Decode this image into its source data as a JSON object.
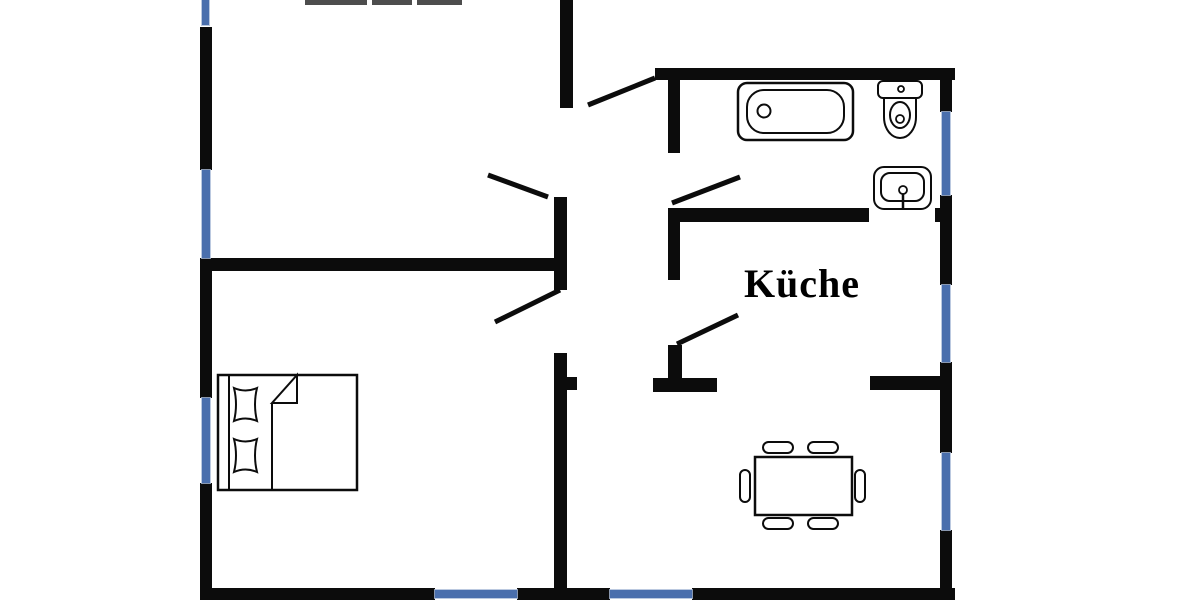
{
  "meta": {
    "type": "floor-plan",
    "cut_off_edge": "top"
  },
  "rooms": {
    "kitchen": {
      "label": "Küche"
    }
  },
  "colors": {
    "background": "#ffffff",
    "wall": "#0c0c0c",
    "window": "#4a6fad",
    "furniture": "#4d4d4d"
  },
  "fixtures": {
    "bathroom": [
      "bathtub-icon",
      "toilet-icon",
      "sink-icon"
    ],
    "bedroom": [
      "double-bed-icon",
      "pillow-icon",
      "pillow-icon"
    ],
    "dining": [
      "dining-table-icon",
      "chair-icon"
    ],
    "chairs_count": 6,
    "door_swings_count": 5,
    "window_segments_count": 8
  }
}
